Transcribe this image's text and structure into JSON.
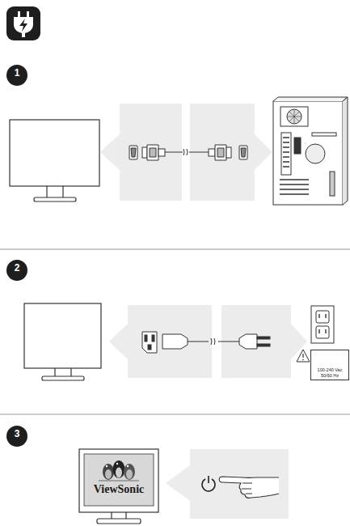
{
  "diagram": {
    "nodes": [
      {
        "text": [
          "1"
        ]
      },
      {
        "text": [
          "2"
        ]
      },
      {
        "text": [
          "3"
        ]
      },
      {
        "text": [
          "100-240 Vac 50/60 Hz"
        ]
      }
    ],
    "labels": [
      "ViewSonic"
    ]
  }
}
